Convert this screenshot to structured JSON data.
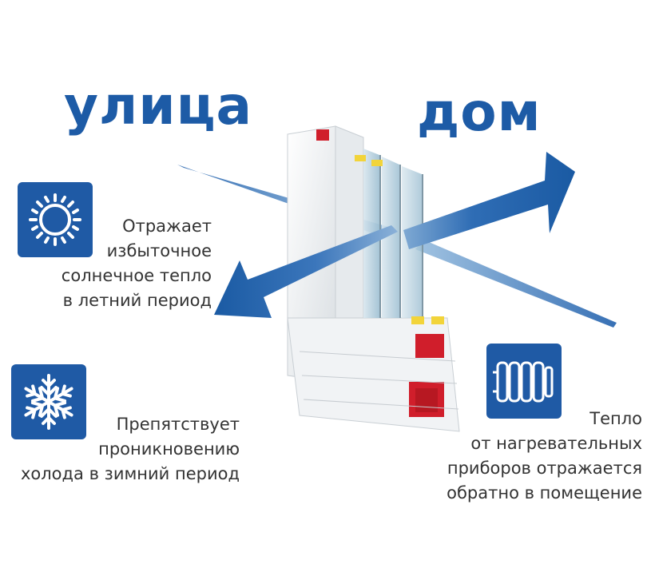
{
  "headings": {
    "street": "улица",
    "home": "дом"
  },
  "captions": {
    "sun": [
      "Отражает",
      "избыточное",
      "солнечное тепло",
      "в летний период"
    ],
    "snow": [
      "Препятствует",
      "проникновению",
      "холода в зимний период"
    ],
    "heat": [
      "Тепло",
      "от нагревательных",
      "приборов отражается",
      "обратно в помещение"
    ]
  },
  "icons": {
    "sun": "sun-icon",
    "snow": "snowflake-icon",
    "radiator": "radiator-icon"
  },
  "colors": {
    "brand_blue": "#1d5ba6",
    "caption_text": "#333333",
    "frame_white": "#f4f6f7",
    "reinforcement_red": "#d01e2b",
    "glass_tint": "#a9c8d8"
  }
}
